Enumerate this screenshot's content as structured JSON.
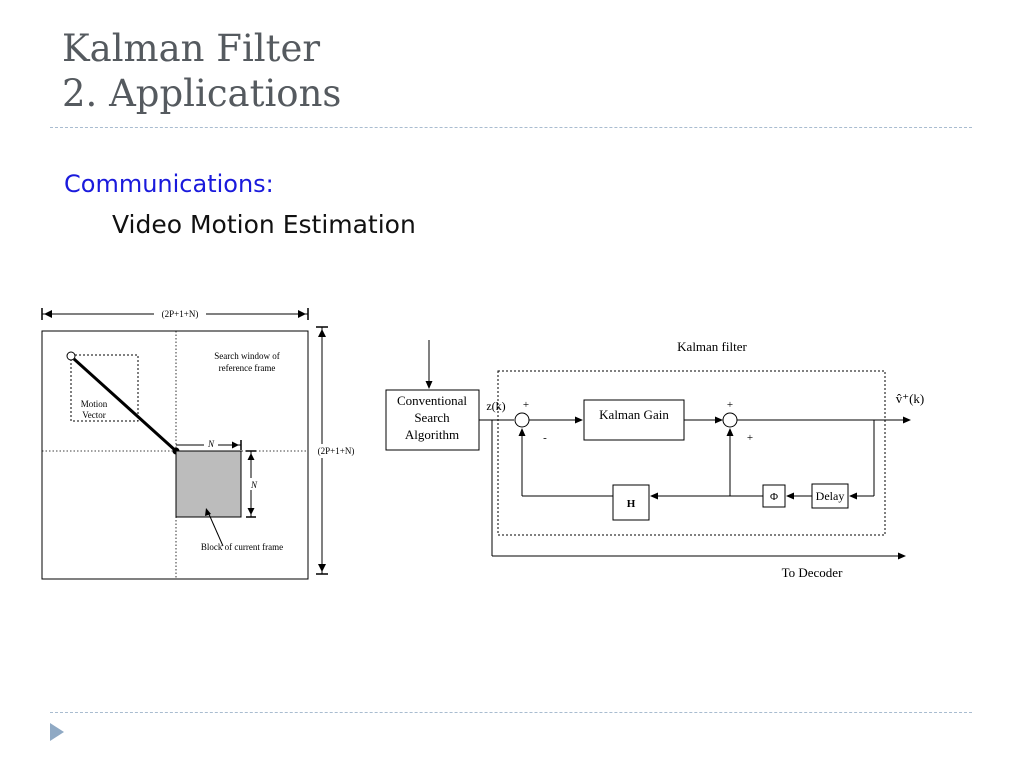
{
  "slide": {
    "title_line1": "Kalman Filter",
    "title_line2": "2. Applications",
    "heading": "Communications:",
    "subheading": "Video Motion Estimation"
  },
  "left_figure": {
    "width_label": "(2P+1+N)",
    "height_label": "(2P+1+N)",
    "search_window_label_1": "Search window of",
    "search_window_label_2": "reference frame",
    "motion_vector_label_1": "Motion",
    "motion_vector_label_2": "Vector",
    "n_horizontal": "N",
    "n_vertical": "N",
    "block_label": "Block of current frame"
  },
  "right_figure": {
    "kalman_filter_label": "Kalman filter",
    "search_line1": "Conventional",
    "search_line2": "Search",
    "search_line3": "Algorithm",
    "zk_label": "z(k)",
    "plus_sum1": "+",
    "minus_sum1": "-",
    "gain_label": "Kalman Gain",
    "plus_sum2_top": "+",
    "plus_sum2_bottom": "+",
    "output_label": "v̂⁺(k)",
    "h_label": "H",
    "phi_label": "Φ",
    "delay_label": "Delay",
    "decoder_label": "To Decoder"
  }
}
